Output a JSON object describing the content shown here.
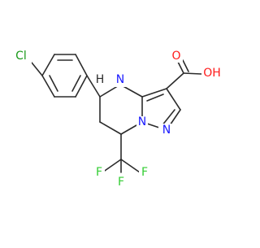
{
  "molecule": {
    "atoms": {
      "cl": "Cl",
      "n_h": "N",
      "h_of_n": "H",
      "n_bridge": "N",
      "n_ring": "N",
      "o_carbonyl": "O",
      "oh": "OH",
      "f_left": "F",
      "f_right": "F",
      "f_bottom": "F"
    },
    "colors": {
      "bond": "#2b2b2b",
      "chlorine": "#1a9a1a",
      "nitrogen": "#1a1aff",
      "oxygen": "#ff1a1a",
      "fluorine": "#32cd32",
      "hydrogen_on_n": "#2b2b2b"
    }
  }
}
